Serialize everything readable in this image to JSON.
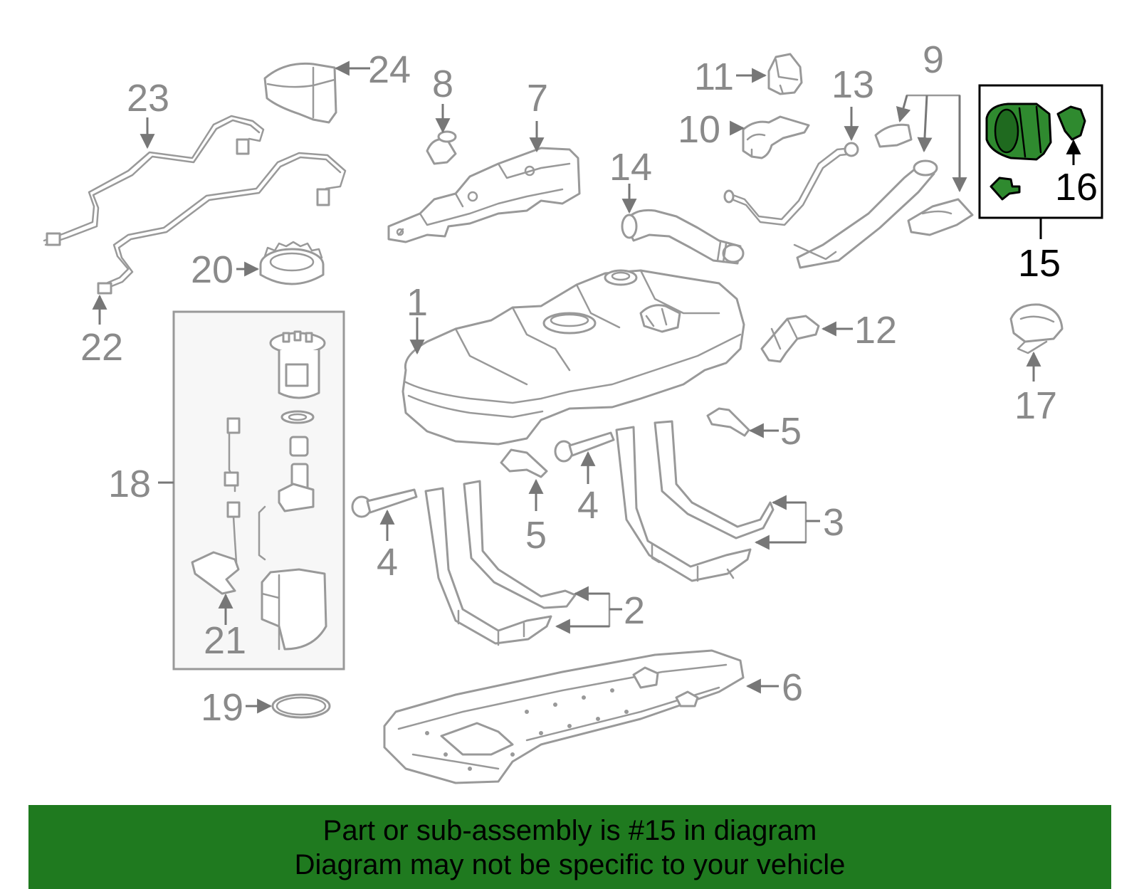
{
  "diagram": {
    "callouts": [
      "1",
      "2",
      "3",
      "4",
      "4",
      "5",
      "5",
      "6",
      "7",
      "8",
      "9",
      "10",
      "11",
      "12",
      "13",
      "14",
      "15",
      "16",
      "17",
      "18",
      "19",
      "20",
      "21",
      "22",
      "23",
      "24"
    ],
    "highlight_color": "#2f8a2f",
    "banner_color": "#1f7a1f"
  },
  "banner": {
    "line1": "Part or sub-assembly is #15 in diagram",
    "line2": "Diagram may not be specific to your vehicle"
  }
}
